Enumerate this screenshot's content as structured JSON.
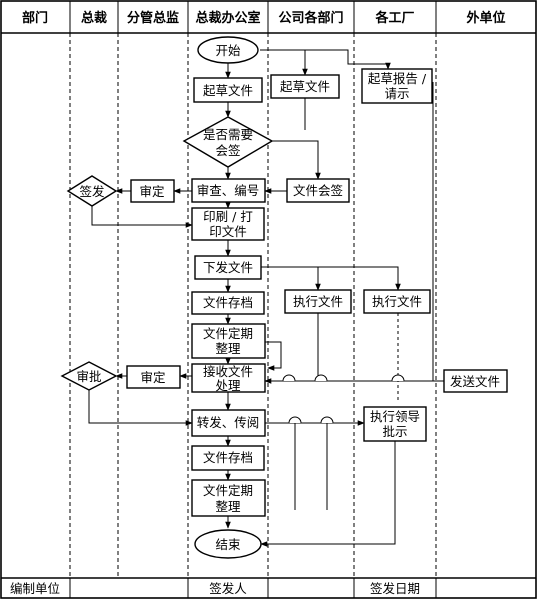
{
  "lanes": [
    "部门",
    "总裁",
    "分管总监",
    "总裁办公室",
    "公司各部门",
    "各工厂",
    "外单位"
  ],
  "nodes": {
    "start": "开始",
    "draft_office": "起草文件",
    "draft_dept": "起草文件",
    "draft_factory": [
      "起草报告 /",
      "请示"
    ],
    "decision_cosign": [
      "是否需要",
      "会签"
    ],
    "review_number": "审查、编号",
    "cosign": "文件会签",
    "approve_1": "审定",
    "sign_off": "签发",
    "print": [
      "印刷 / 打",
      "印文件"
    ],
    "issue": "下发文件",
    "archive_1": "文件存档",
    "execute_dept": "执行文件",
    "execute_factory": "执行文件",
    "organize_1": [
      "文件定期",
      "整理"
    ],
    "receive": [
      "接收文件",
      "处理"
    ],
    "approve_2": "审定",
    "review_ceo": "审批",
    "send_external": "发送文件",
    "forward": "转发、传阅",
    "execute_instruction": [
      "执行领导",
      "批示"
    ],
    "archive_2": "文件存档",
    "organize_2": [
      "文件定期",
      "整理"
    ],
    "end": "结束"
  },
  "footer": {
    "unit_label": "编制单位",
    "issuer_label": "签发人",
    "date_label": "签发日期"
  }
}
